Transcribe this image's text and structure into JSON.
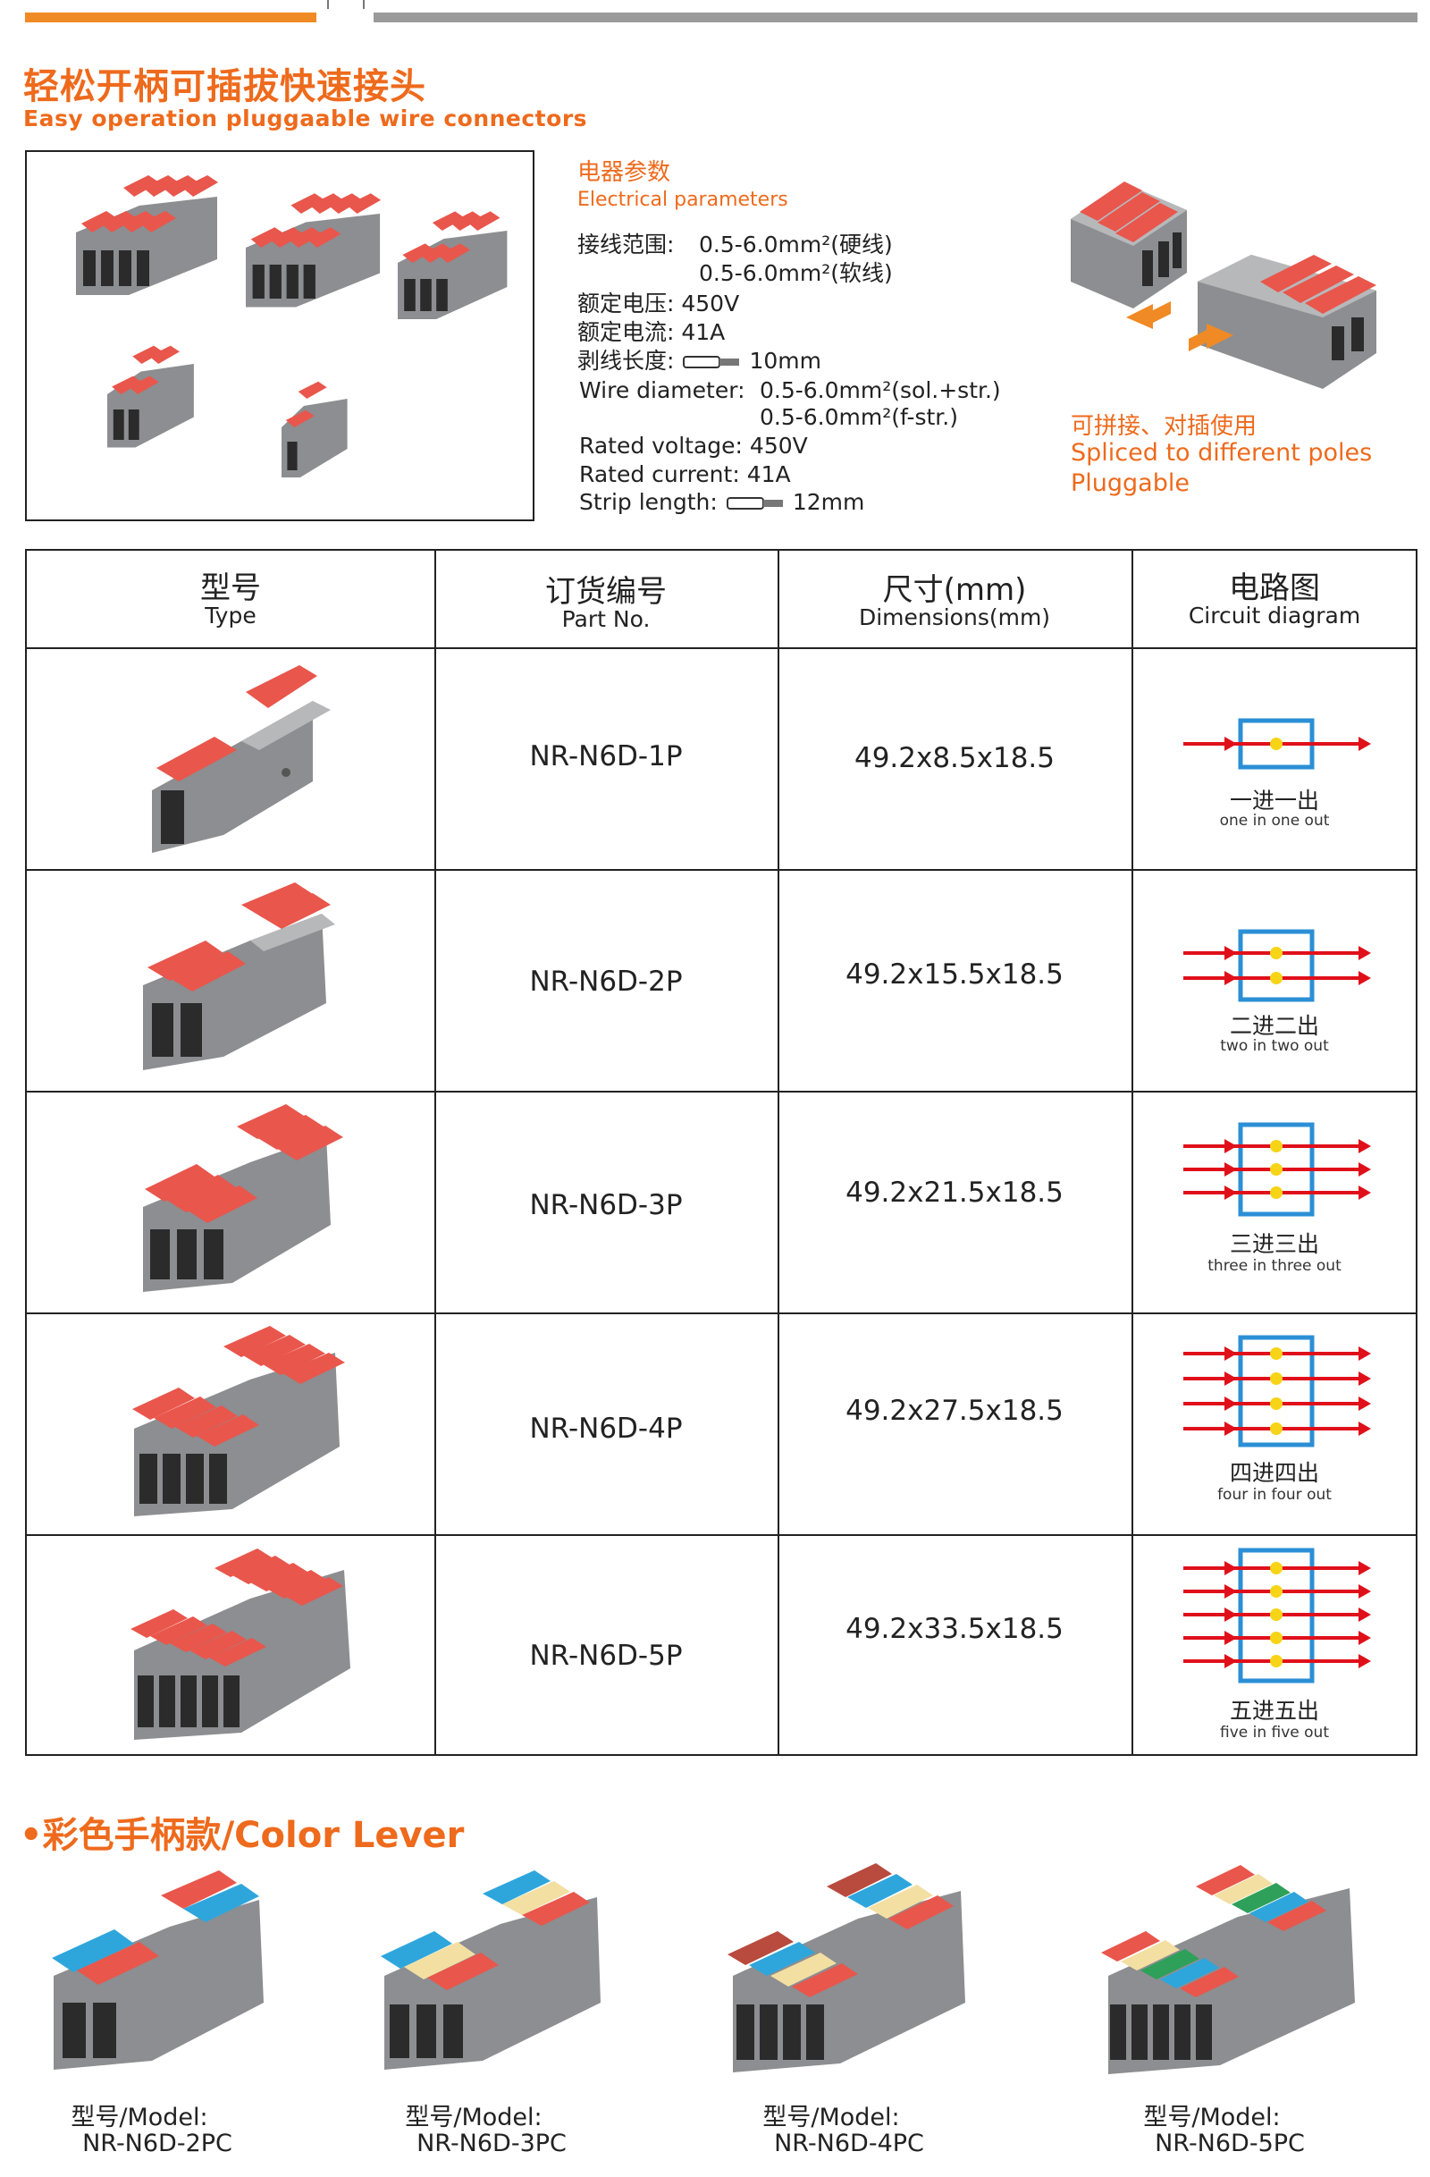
{
  "header": {
    "title_cn": "轻松开柄可插拔快速接头",
    "title_en": "Easy operation pluggaable wire connectors"
  },
  "params": {
    "heading_cn": "电器参数",
    "heading_en": "Electrical parameters",
    "cn_wire_label": "接线范围:",
    "cn_wire_1": "0.5-6.0mm²(硬线)",
    "cn_wire_2": "0.5-6.0mm²(软线)",
    "cn_voltage": "额定电压:  450V",
    "cn_current": "额定电流:  41A",
    "cn_strip_label": "剥线长度:",
    "cn_strip_value": "10mm",
    "en_wire_label": "Wire diameter:",
    "en_wire_1": "0.5-6.0mm²(sol.+str.)",
    "en_wire_2": "0.5-6.0mm²(f-str.)",
    "en_voltage": "Rated voltage:  450V",
    "en_current": "Rated current:  41A",
    "en_strip_label": "Strip length:",
    "en_strip_value": "12mm"
  },
  "side": {
    "cn": "可拼接、对插使用",
    "en1": "Spliced to different poles",
    "en2": "Pluggable"
  },
  "table": {
    "headers": [
      {
        "cn": "型号",
        "en": "Type"
      },
      {
        "cn": "订货编号",
        "en": "Part No."
      },
      {
        "cn": "尺寸(mm)",
        "en": "Dimensions(mm)"
      },
      {
        "cn": "电路图",
        "en": "Circuit diagram"
      }
    ],
    "rows": [
      {
        "part_no": "NR-N6D-1P",
        "dimensions": "49.2x8.5x18.5",
        "circuit_cn": "一进一出",
        "circuit_en": "one in one out",
        "poles": 1
      },
      {
        "part_no": "NR-N6D-2P",
        "dimensions": "49.2x15.5x18.5",
        "circuit_cn": "二进二出",
        "circuit_en": "two in two out",
        "poles": 2
      },
      {
        "part_no": "NR-N6D-3P",
        "dimensions": "49.2x21.5x18.5",
        "circuit_cn": "三进三出",
        "circuit_en": "three in three out",
        "poles": 3
      },
      {
        "part_no": "NR-N6D-4P",
        "dimensions": "49.2x27.5x18.5",
        "circuit_cn": "四进四出",
        "circuit_en": "four in four out",
        "poles": 4
      },
      {
        "part_no": "NR-N6D-5P",
        "dimensions": "49.2x33.5x18.5",
        "circuit_cn": "五进五出",
        "circuit_en": "five in five out",
        "poles": 5
      }
    ]
  },
  "color_lever": {
    "title": "•彩色手柄款/Color Lever",
    "items": [
      {
        "label": "型号/Model:",
        "model": "NR-N6D-2PC"
      },
      {
        "label": "型号/Model:",
        "model": "NR-N6D-3PC"
      },
      {
        "label": "型号/Model:",
        "model": "NR-N6D-4PC"
      },
      {
        "label": "型号/Model:",
        "model": "NR-N6D-5PC"
      }
    ]
  },
  "colors": {
    "accent": "#ee6a1c",
    "lever_red": "#e9564c",
    "body_gray": "#8c8e91",
    "circuit_blue": "#2b8fd6",
    "circuit_red": "#e0101a",
    "circuit_dot": "#f7d417"
  }
}
